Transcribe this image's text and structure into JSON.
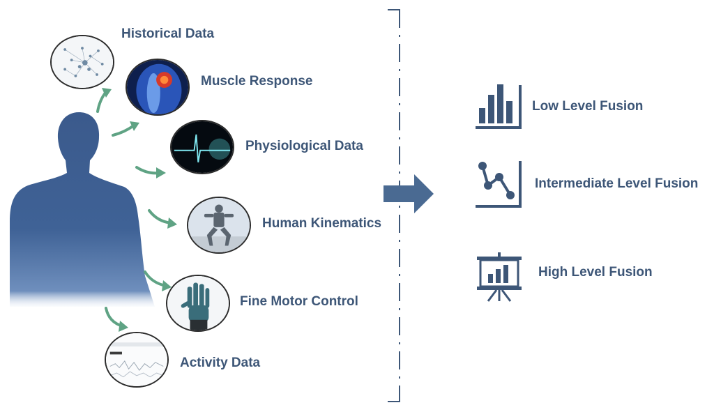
{
  "sources": [
    {
      "id": "historical",
      "label": "Historical Data"
    },
    {
      "id": "muscle",
      "label": "Muscle Response"
    },
    {
      "id": "physiological",
      "label": "Physiological Data"
    },
    {
      "id": "kinematics",
      "label": "Human Kinematics"
    },
    {
      "id": "fine-motor",
      "label": "Fine Motor Control"
    },
    {
      "id": "activity",
      "label": "Activity Data"
    }
  ],
  "fusion_levels": [
    {
      "id": "low",
      "label": "Low Level Fusion",
      "icon": "bar-chart-icon"
    },
    {
      "id": "intermediate",
      "label": "Intermediate Level Fusion",
      "icon": "line-graph-icon"
    },
    {
      "id": "high",
      "label": "High Level Fusion",
      "icon": "presentation-board-icon"
    }
  ],
  "colors": {
    "text": "#3d5677",
    "silhouette": "#3b5a8c",
    "arrow_green": "#5fa384",
    "main_arrow": "#4a6a92",
    "bracket": "#3d5677"
  }
}
